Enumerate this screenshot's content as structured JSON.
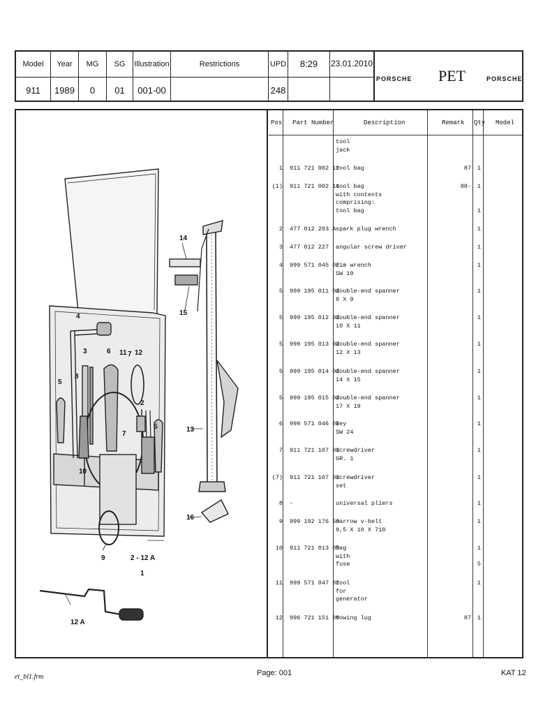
{
  "header": {
    "columns": [
      {
        "label": "Model",
        "value": "911"
      },
      {
        "label": "Year",
        "value": "1989"
      },
      {
        "label": "MG",
        "value": "0"
      },
      {
        "label": "SG",
        "value": "01"
      },
      {
        "label": "Illustration",
        "value": "001-00"
      },
      {
        "label": "Restrictions",
        "value": ""
      },
      {
        "label": "UPD",
        "value": "248"
      }
    ],
    "time": "8:29",
    "date": "23.01.2010",
    "brand_left": "PORSCHE",
    "app": "PET",
    "brand_right": "PORSCHE"
  },
  "table": {
    "headers": {
      "pos": "Pos",
      "part": "Part Number",
      "desc": "Description",
      "remark": "Remark",
      "qty": "Qty",
      "model": "Model"
    },
    "rows": [
      {
        "pos": "",
        "part": "",
        "desc": "tool\njack",
        "remark": "",
        "qty": ""
      },
      {
        "pos": "1",
        "part": "911 721 002 12",
        "desc": "tool bag",
        "remark": "87",
        "qty": "1"
      },
      {
        "pos": "(1)",
        "part": "911 721 002 14",
        "desc": "tool bag\nwith contents\ncomprising:\ntool bag",
        "remark": "88-",
        "qty": "1\n\n\n1"
      },
      {
        "pos": "2",
        "part": "477 012 203 A",
        "desc": "spark plug wrench",
        "remark": "",
        "qty": "1"
      },
      {
        "pos": "3",
        "part": "477 012 227",
        "desc": "angular screw driver",
        "remark": "",
        "qty": "1"
      },
      {
        "pos": "4",
        "part": "999 571 045 02",
        "desc": "rim wrench\nSW 19",
        "remark": "",
        "qty": "1"
      },
      {
        "pos": "5",
        "part": "999 195 011 02",
        "desc": "double-end spanner\n8 X 9",
        "remark": "",
        "qty": "1"
      },
      {
        "pos": "5",
        "part": "999 195 012 02",
        "desc": "double-end spanner\n10 X 11",
        "remark": "",
        "qty": "1"
      },
      {
        "pos": "5",
        "part": "999 195 013 02",
        "desc": "double-end spanner\n12 X 13",
        "remark": "",
        "qty": "1"
      },
      {
        "pos": "5",
        "part": "999 195 014 02",
        "desc": "double-end spanner\n14 X 15",
        "remark": "",
        "qty": "1"
      },
      {
        "pos": "5",
        "part": "999 195 015 02",
        "desc": "double-end spanner\n17 X 19",
        "remark": "",
        "qty": "1"
      },
      {
        "pos": "6",
        "part": "999 571 046 02",
        "desc": "key\nSW 24",
        "remark": "",
        "qty": "1"
      },
      {
        "pos": "7",
        "part": "911 721 107 02",
        "desc": "screwdriver\nGR. 1",
        "remark": "",
        "qty": "1"
      },
      {
        "pos": "(7)",
        "part": "911 721 107 02",
        "desc": "screwdriver\nset",
        "remark": "",
        "qty": "1"
      },
      {
        "pos": "8",
        "part": "-",
        "desc": "universal pliers",
        "remark": "",
        "qty": "1"
      },
      {
        "pos": "9",
        "part": "999 192 176 50",
        "desc": "narrow v-belt\n9,5 X 10 X 710",
        "remark": "",
        "qty": "1"
      },
      {
        "pos": "10",
        "part": "911 721 013 00",
        "desc": "bag\nwith\nfuse",
        "remark": "",
        "qty": "1\n\n5"
      },
      {
        "pos": "11",
        "part": "999 571 047 02",
        "desc": "tool\nfor\ngenerator",
        "remark": "",
        "qty": "1"
      },
      {
        "pos": "12",
        "part": "996 721 151 00",
        "desc": "towing lug",
        "remark": "87",
        "qty": "1"
      }
    ]
  },
  "illustration": {
    "callouts": [
      "14",
      "15",
      "4",
      "3",
      "6",
      "11",
      "7",
      "12",
      "8",
      "5",
      "2",
      "5",
      "10",
      "7",
      "13",
      "16",
      "9",
      "2 - 12 A",
      "1",
      "12 A"
    ]
  },
  "footer": {
    "file": "et_bl1.frm",
    "page": "Page: 001",
    "kat": "KAT 12"
  }
}
